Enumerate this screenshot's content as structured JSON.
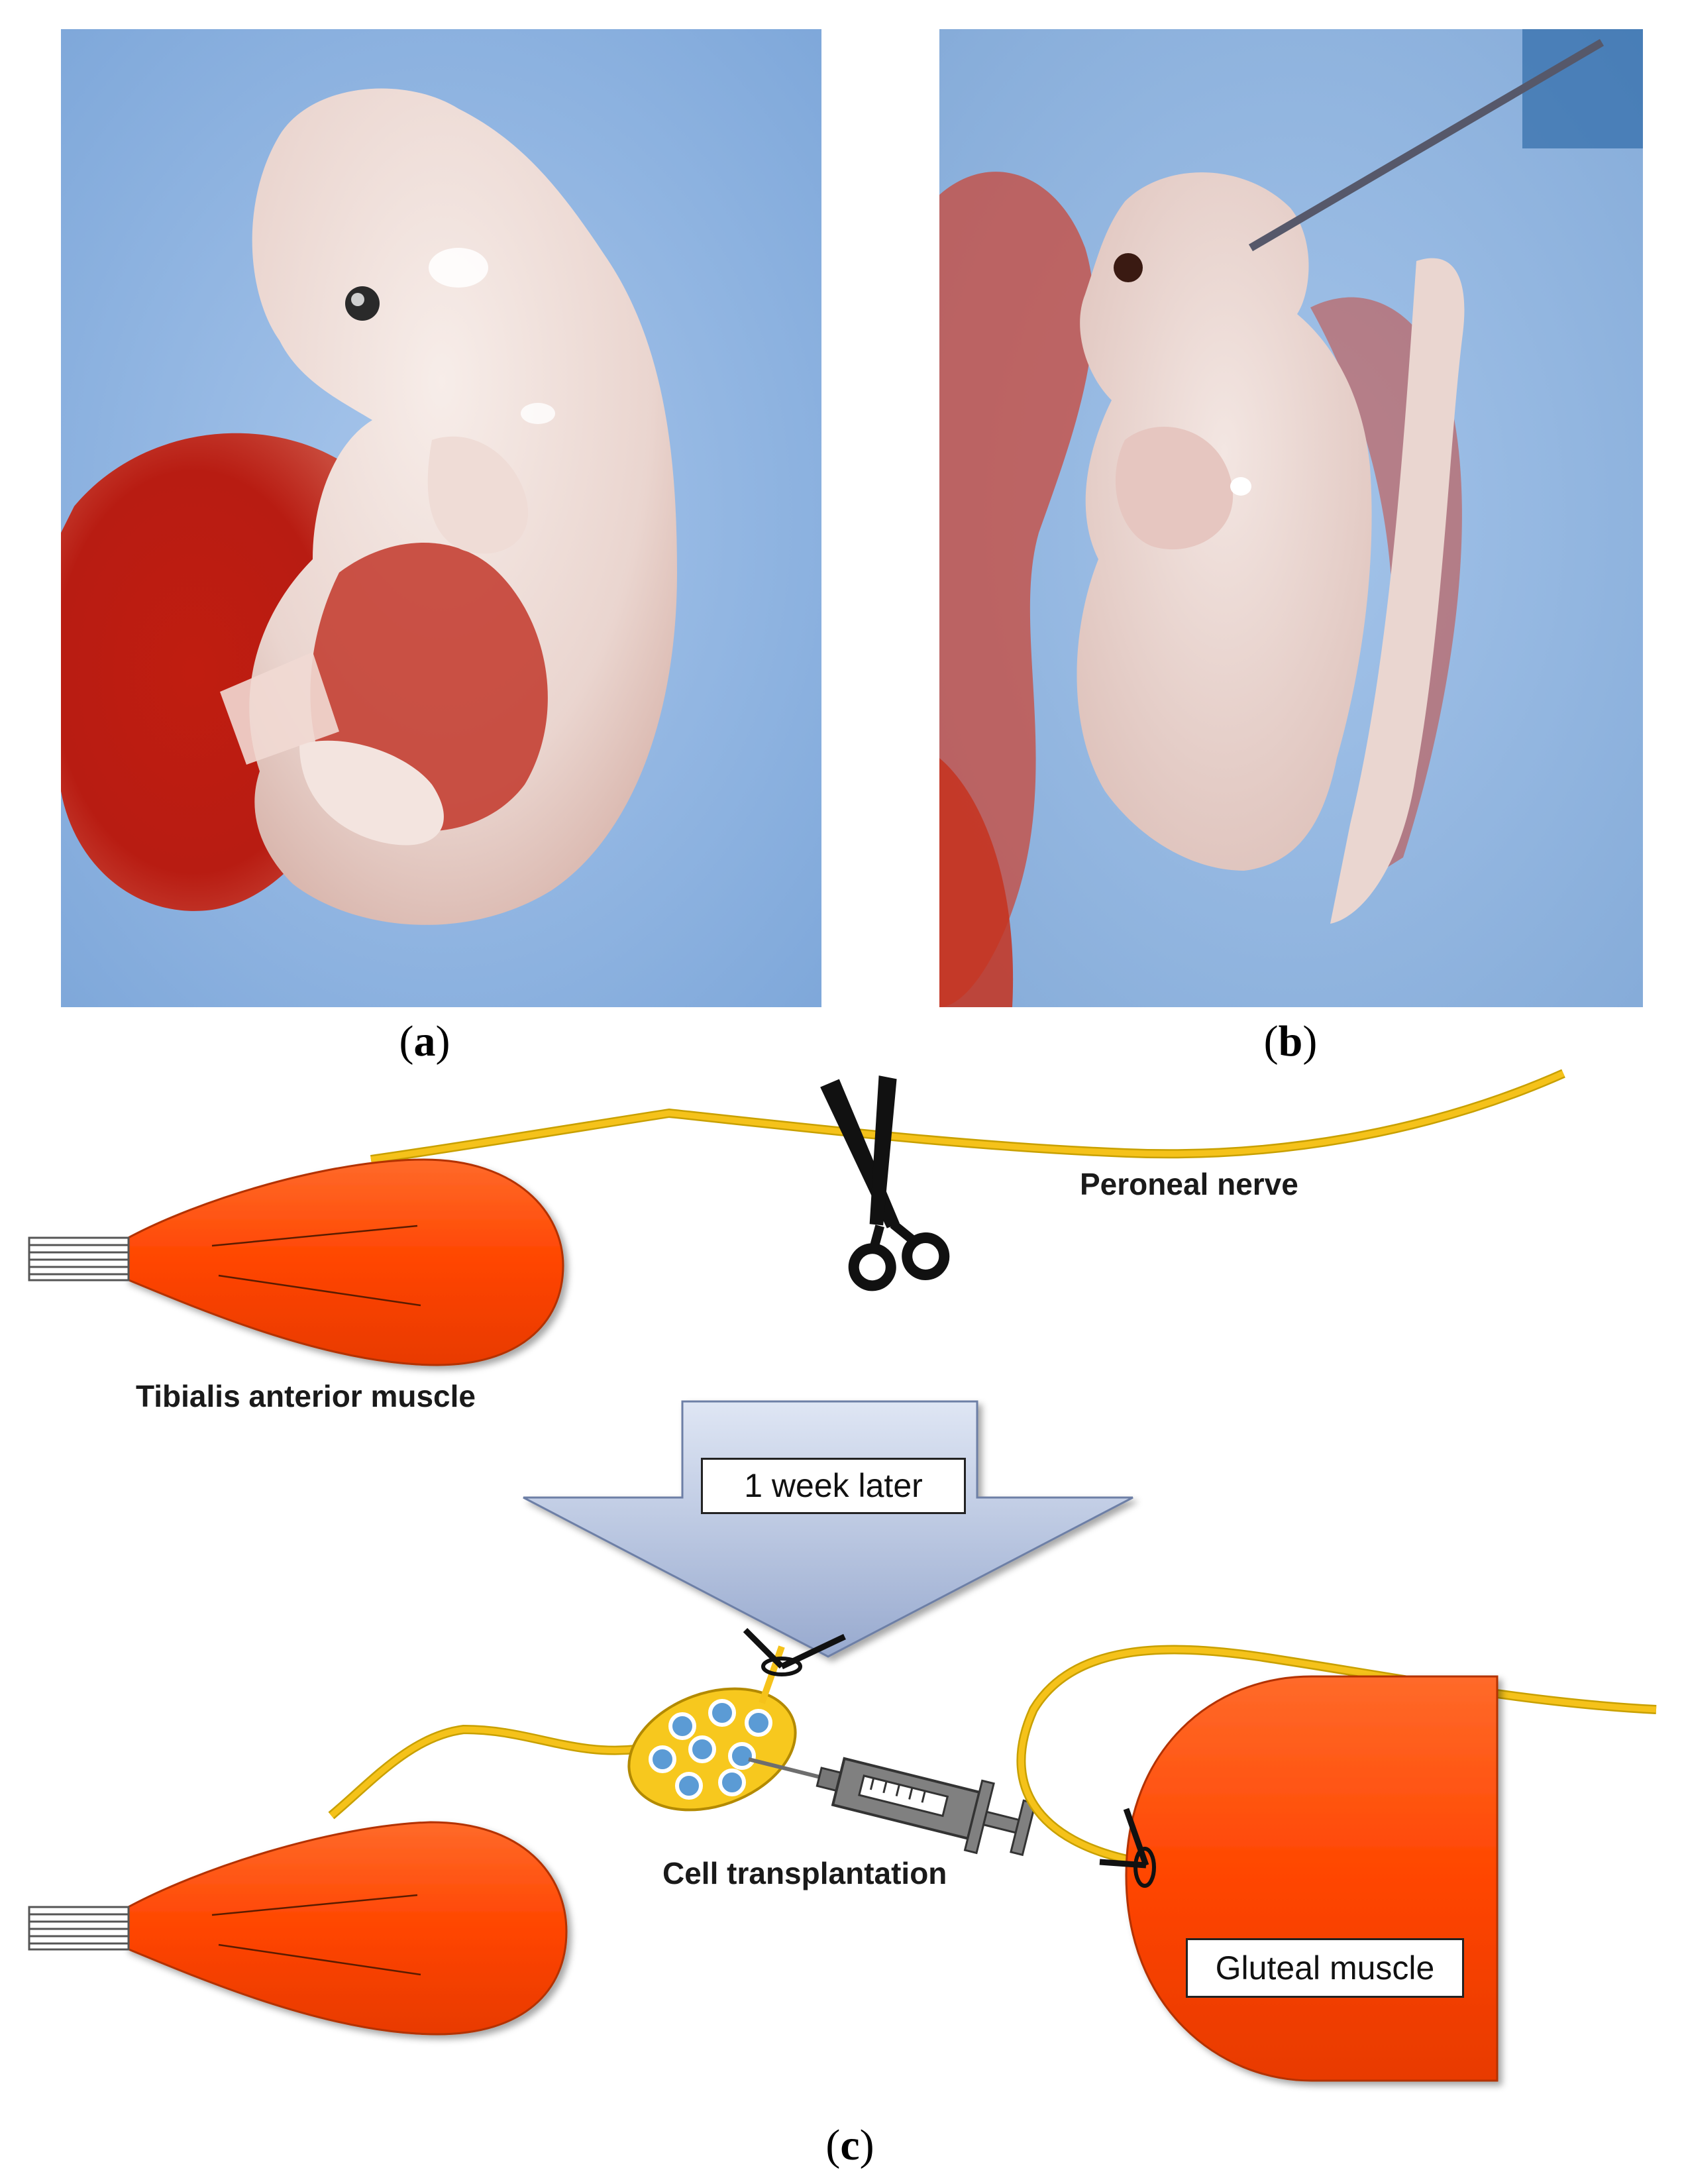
{
  "panels": {
    "a": {
      "paren_open": "(",
      "letter": "a",
      "paren_close": ")"
    },
    "b": {
      "paren_open": "(",
      "letter": "b",
      "paren_close": ")"
    },
    "c": {
      "paren_open": "(",
      "letter": "c",
      "paren_close": ")"
    }
  },
  "diagram": {
    "peroneal_nerve": "Peroneal nerve",
    "tibialis_anterior": "Tibialis anterior muscle",
    "arrow_text": "1 week later",
    "cell_transplantation": "Cell transplantation",
    "gluteal_muscle": "Gluteal muscle"
  },
  "colors": {
    "muscle": "#ff4500",
    "nerve": "#f2b705",
    "arrow": "#aab9d6",
    "background_photo": "#8fb6e3"
  },
  "icons": {
    "scissors": "scissors-icon",
    "syringe": "syringe-icon",
    "ligature": "ligature-icon"
  }
}
